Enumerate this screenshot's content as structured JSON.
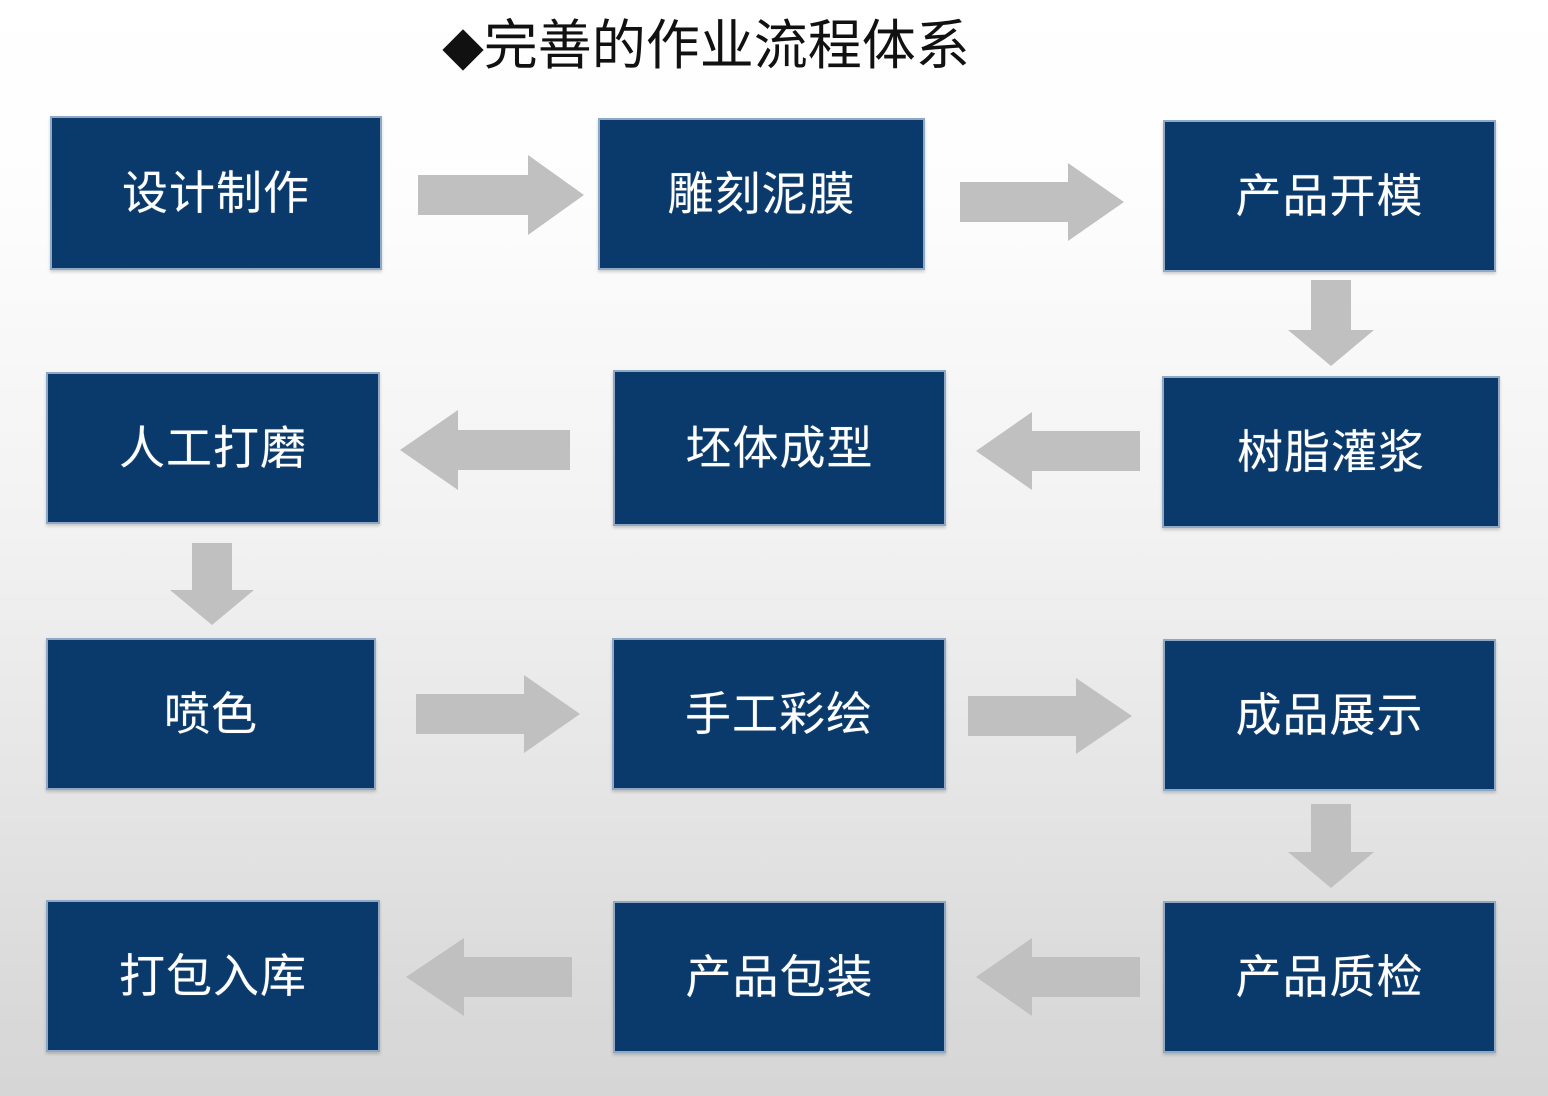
{
  "slide": {
    "title": "◆完善的作业流程体系",
    "background_top_color": "#ffffff",
    "background_bottom_color": "#d6d6d6",
    "node_fill_color": "#0a3a6b",
    "node_border_color": "#8fa9c4",
    "node_text_color": "#ffffff",
    "arrow_color": "#c0c0c0"
  },
  "nodes": [
    {
      "id": "n1",
      "label": "设计制作",
      "row": 1,
      "col": 1
    },
    {
      "id": "n2",
      "label": "雕刻泥膜",
      "row": 1,
      "col": 2
    },
    {
      "id": "n3",
      "label": "产品开模",
      "row": 1,
      "col": 3
    },
    {
      "id": "n4",
      "label": "树脂灌浆",
      "row": 2,
      "col": 3
    },
    {
      "id": "n5",
      "label": "坯体成型",
      "row": 2,
      "col": 2
    },
    {
      "id": "n6",
      "label": "人工打磨",
      "row": 2,
      "col": 1
    },
    {
      "id": "n7",
      "label": "喷色",
      "row": 3,
      "col": 1
    },
    {
      "id": "n8",
      "label": "手工彩绘",
      "row": 3,
      "col": 2
    },
    {
      "id": "n9",
      "label": "成品展示",
      "row": 3,
      "col": 3
    },
    {
      "id": "n10",
      "label": "产品质检",
      "row": 4,
      "col": 3
    },
    {
      "id": "n11",
      "label": "产品包装",
      "row": 4,
      "col": 2
    },
    {
      "id": "n12",
      "label": "打包入库",
      "row": 4,
      "col": 1
    }
  ],
  "connectors": [
    {
      "id": "a1",
      "from": "n1",
      "to": "n2",
      "direction": "right"
    },
    {
      "id": "a2",
      "from": "n2",
      "to": "n3",
      "direction": "right"
    },
    {
      "id": "a3",
      "from": "n3",
      "to": "n4",
      "direction": "down"
    },
    {
      "id": "a4",
      "from": "n4",
      "to": "n5",
      "direction": "left"
    },
    {
      "id": "a5",
      "from": "n5",
      "to": "n6",
      "direction": "left"
    },
    {
      "id": "a6",
      "from": "n6",
      "to": "n7",
      "direction": "down"
    },
    {
      "id": "a7",
      "from": "n7",
      "to": "n8",
      "direction": "right"
    },
    {
      "id": "a8",
      "from": "n8",
      "to": "n9",
      "direction": "right"
    },
    {
      "id": "a9",
      "from": "n9",
      "to": "n10",
      "direction": "down"
    },
    {
      "id": "a10",
      "from": "n10",
      "to": "n11",
      "direction": "left"
    },
    {
      "id": "a11",
      "from": "n11",
      "to": "n12",
      "direction": "left"
    }
  ]
}
